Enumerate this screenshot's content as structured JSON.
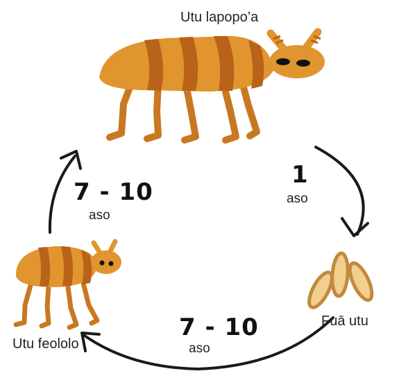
{
  "stages": {
    "adult": "Utu  lapopo’a",
    "egg": "Fuā utu",
    "nymph": "Utu feololo"
  },
  "durations": {
    "adult_to_egg": {
      "number": "1",
      "unit": "aso"
    },
    "egg_to_nymph": {
      "number": "7 - 10",
      "unit": "aso"
    },
    "nymph_to_adult": {
      "number": "7 - 10",
      "unit": "aso"
    }
  },
  "colors": {
    "body": "#e0952e",
    "stripe": "#b8621a",
    "leg": "#c97822",
    "egg_fill": "#f0cf90",
    "egg_stroke": "#c28a3c",
    "arrow": "#1a1a1a"
  }
}
